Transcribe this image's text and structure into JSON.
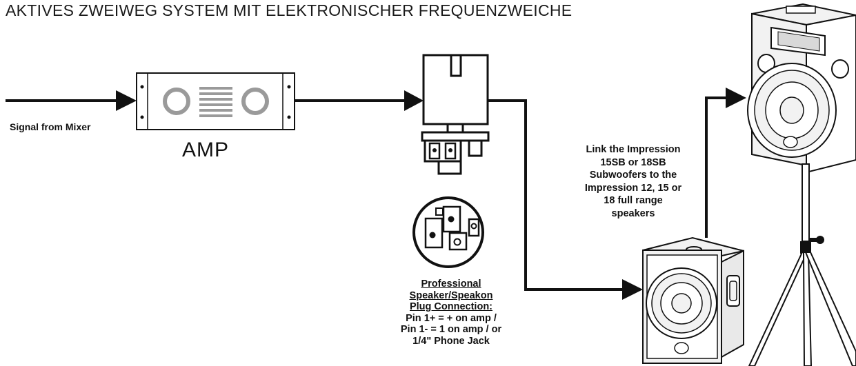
{
  "title": "AKTIVES ZWEIWEG SYSTEM MIT ELEKTRONISCHER FREQUENZWEICHE",
  "signal_label": "Signal from Mixer",
  "amp_label": "AMP",
  "link_text": [
    "Link the Impression",
    "15SB or 18SB",
    "Subwoofers to the",
    "Impression 12, 15 or",
    "18 full range",
    "speakers"
  ],
  "plug_heading": [
    "Professional",
    "Speaker/Speakon",
    "Plug Connection:"
  ],
  "plug_text": [
    "Pin 1+ = + on amp /",
    "Pin 1- = 1 on amp / or",
    "1/4\" Phone Jack"
  ],
  "icons": [
    "amplifier-icon",
    "speakon-plug-icon",
    "speakon-socket-icon",
    "subwoofer-icon",
    "full-range-speaker-icon",
    "tripod-stand-icon",
    "arrow-icon"
  ],
  "colors": {
    "line": "#111111",
    "background": "#ffffff",
    "panel": "#f2f2f2"
  }
}
